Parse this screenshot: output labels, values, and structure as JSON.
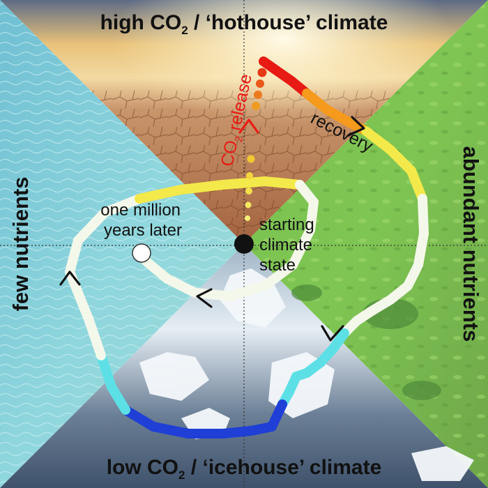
{
  "labels": {
    "top": "high CO",
    "top_sub": "2",
    "top_tail": " / ‘hothouse’ climate",
    "bottom": "low CO",
    "bottom_sub": "2",
    "bottom_tail": " / ‘icehouse’ climate",
    "left": "few nutrients",
    "right": "abundant nutrients",
    "co2_release_pre": "CO",
    "co2_release_sub": "2",
    "co2_release_post": " release",
    "recovery": "recovery",
    "start_l1": "starting",
    "start_l2": "climate",
    "start_l3": "state",
    "later_l1": "one million",
    "later_l2": "years later"
  },
  "colors": {
    "hot_red": "#e81a14",
    "orange": "#f59a1c",
    "yellow": "#f4e94a",
    "cold_blue": "#1f3fd6",
    "cyan": "#5ce0e6"
  }
}
